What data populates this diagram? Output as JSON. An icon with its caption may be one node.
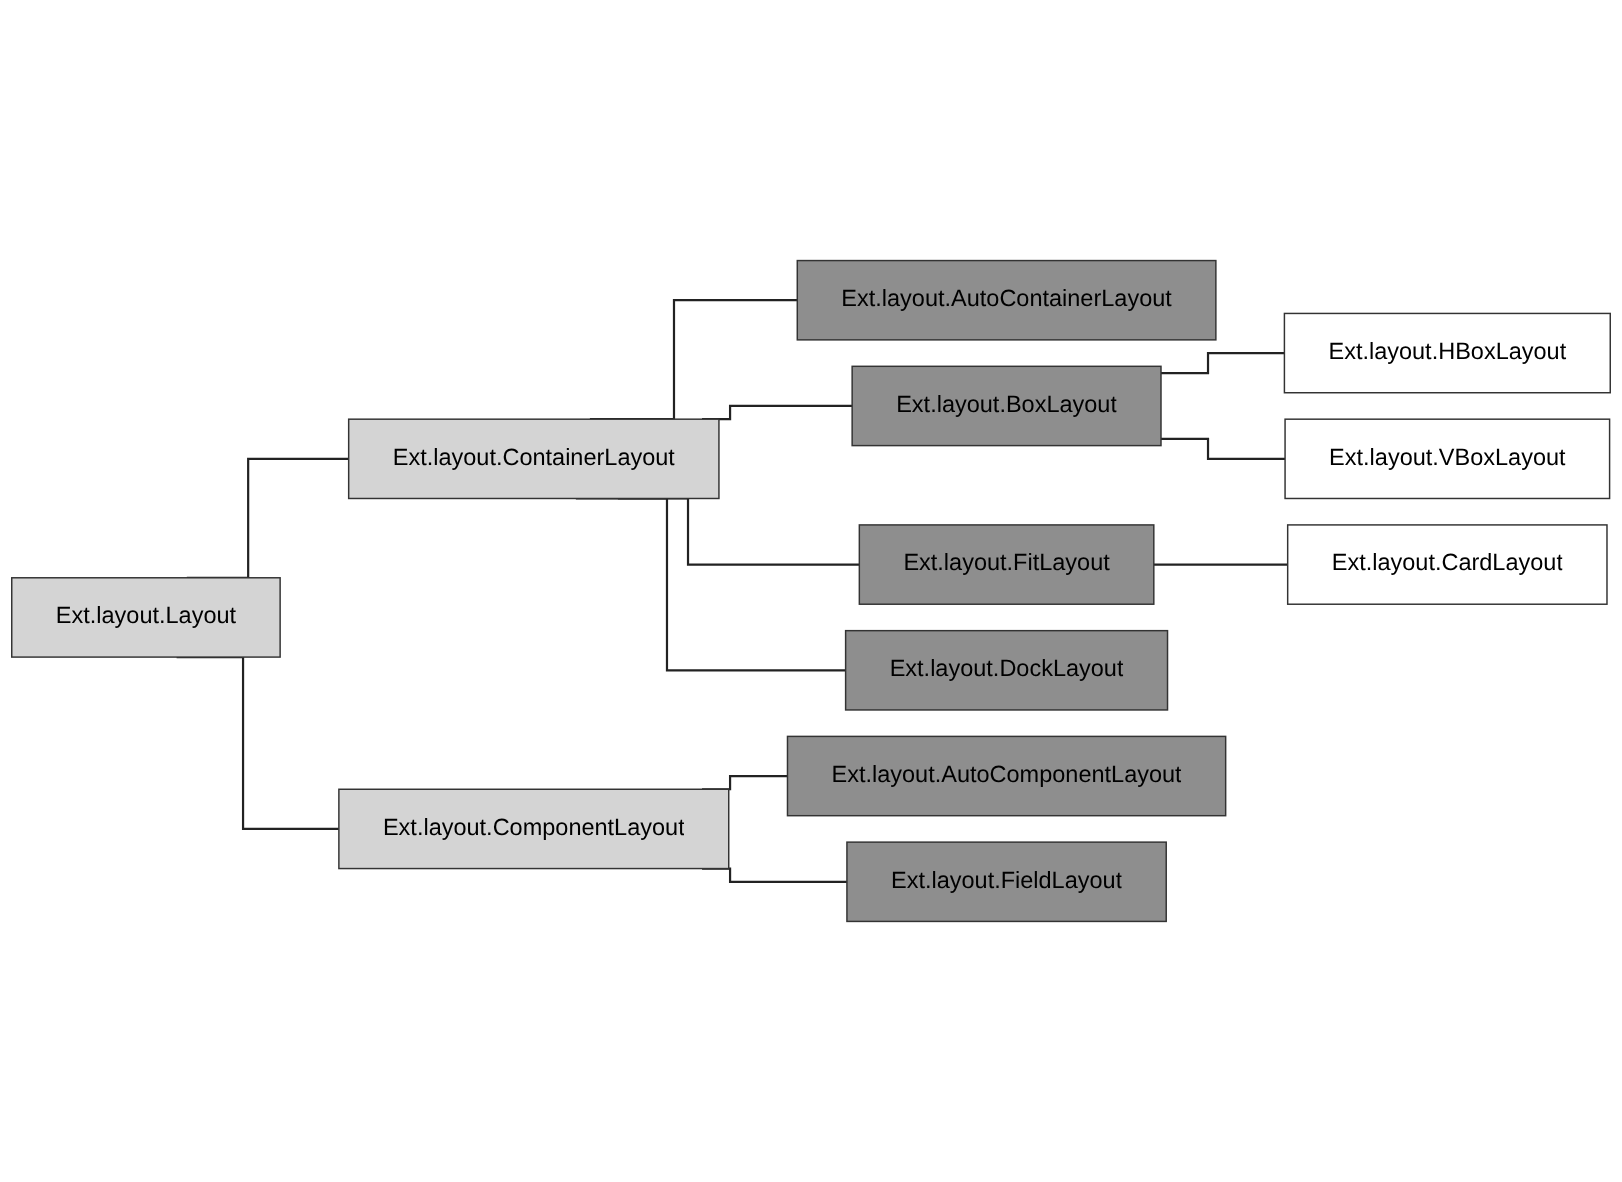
{
  "diagram": {
    "nodes": [
      {
        "text": [
          "Ext.layout.Layout"
        ]
      },
      {
        "text": [
          "Ext.layout.ContainerLayout"
        ]
      },
      {
        "text": [
          "Ext.layout.ComponentLayout"
        ]
      },
      {
        "text": [
          "Ext.layout.AutoContainerLayout"
        ]
      },
      {
        "text": [
          "Ext.layout.AutoComponentLayout"
        ]
      },
      {
        "text": [
          "Ext.layout.BoxLayout"
        ]
      },
      {
        "text": [
          "Ext.layout.FieldLayout"
        ]
      },
      {
        "text": [
          "Ext.layout.HBoxLayout"
        ]
      },
      {
        "text": [
          "Ext.layout.VBoxLayout"
        ]
      },
      {
        "text": [
          "Ext.layout.FitLayout"
        ]
      },
      {
        "text": [
          "Ext.layout.CardLayout"
        ]
      },
      {
        "text": [
          "Ext.layout.DockLayout"
        ]
      }
    ],
    "edges": [
      {
        "from": 0,
        "to": 1,
        "arrow": "none"
      },
      {
        "from": 0,
        "to": 2,
        "arrow": "none"
      },
      {
        "from": 1,
        "to": 3,
        "arrow": "none"
      },
      {
        "from": 1,
        "to": 5,
        "arrow": "none"
      },
      {
        "from": 1,
        "to": 9,
        "arrow": "none"
      },
      {
        "from": 1,
        "to": 11,
        "arrow": "none"
      },
      {
        "from": 5,
        "to": 7,
        "arrow": "none"
      },
      {
        "from": 5,
        "to": 8,
        "arrow": "none"
      },
      {
        "from": 9,
        "to": 10,
        "arrow": "none"
      },
      {
        "from": 2,
        "to": 4,
        "arrow": "none"
      },
      {
        "from": 2,
        "to": 6,
        "arrow": "none"
      }
    ]
  }
}
